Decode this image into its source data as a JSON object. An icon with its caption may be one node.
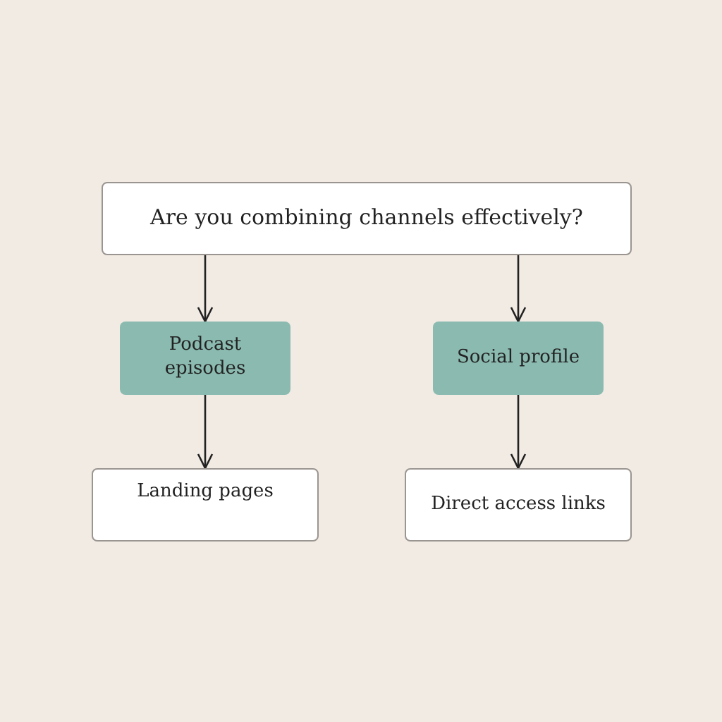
{
  "diagram": {
    "nodes": [
      {
        "text": [
          "Are you combining channels effectively?"
        ]
      },
      {
        "text": [
          "Podcast episodes"
        ]
      },
      {
        "text": [
          "Social profile"
        ]
      },
      {
        "text": [
          "Landing pages"
        ]
      },
      {
        "text": [
          "Direct access links"
        ]
      }
    ],
    "edges": [
      {
        "from": 0,
        "to": 1,
        "arrow": "to"
      },
      {
        "from": 0,
        "to": 2,
        "arrow": "to"
      },
      {
        "from": 1,
        "to": 3,
        "arrow": "to"
      },
      {
        "from": 2,
        "to": 4,
        "arrow": "to"
      }
    ]
  }
}
